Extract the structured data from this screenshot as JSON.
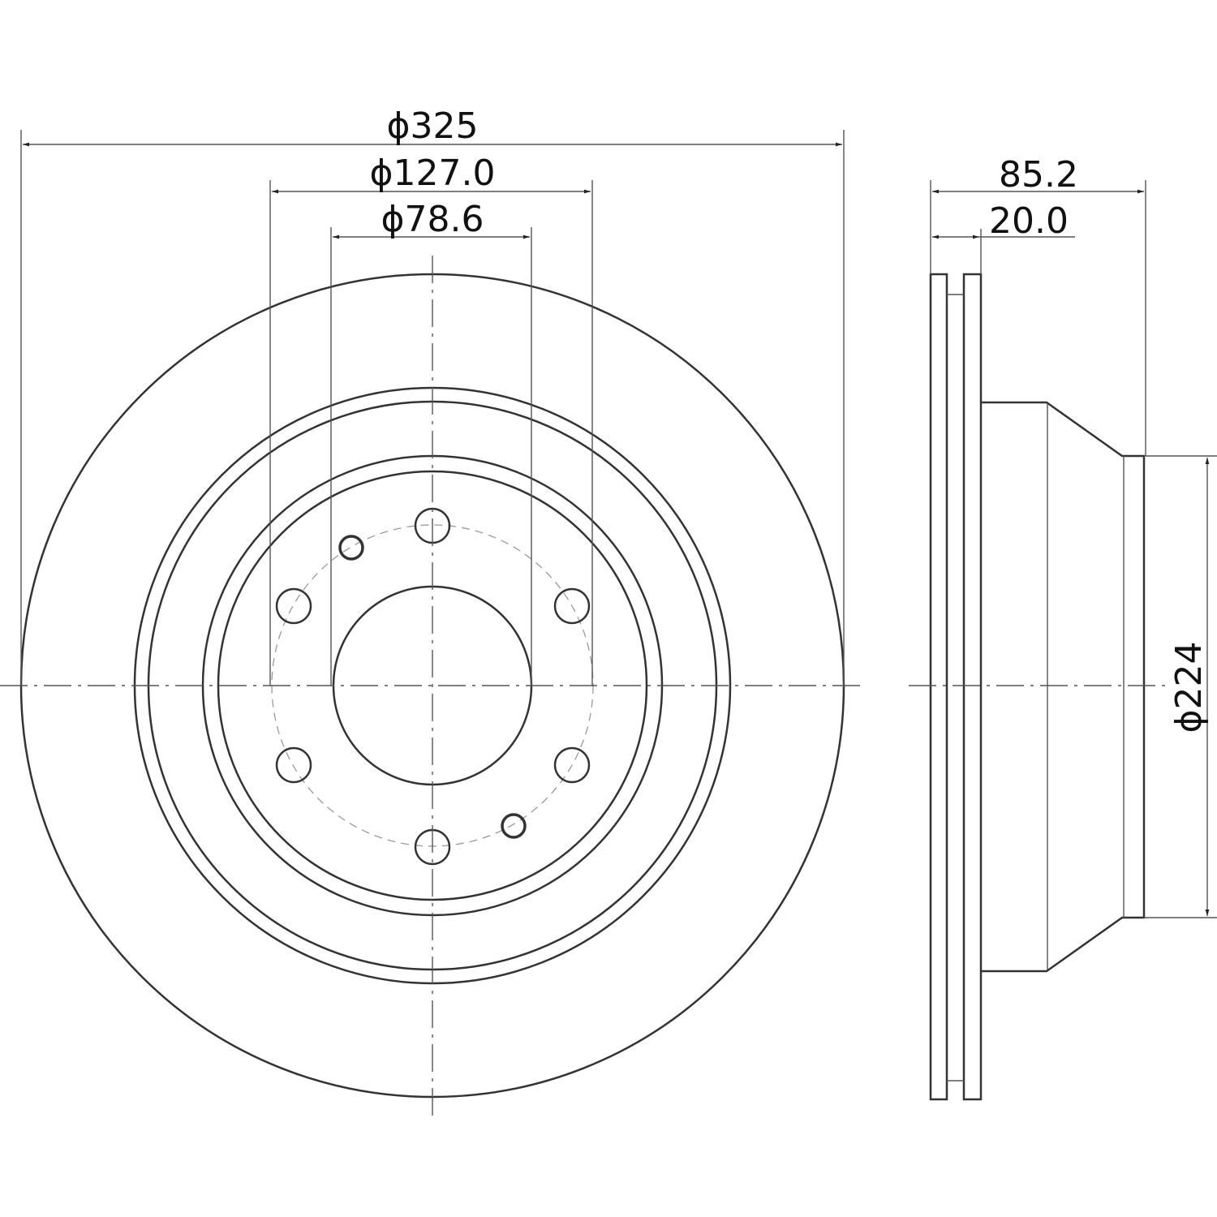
{
  "drawing": {
    "front_view": {
      "dimensions": {
        "outer_diameter": "ϕ325",
        "bolt_circle_diameter": "ϕ127.0",
        "center_bore_diameter": "ϕ78.6"
      },
      "bolt_hole_count": 6,
      "aux_hole_count": 2
    },
    "side_view": {
      "dimensions": {
        "total_height": "85.2",
        "thickness": "20.0",
        "hat_diameter": "ϕ224"
      }
    },
    "line_color": "#333333"
  }
}
